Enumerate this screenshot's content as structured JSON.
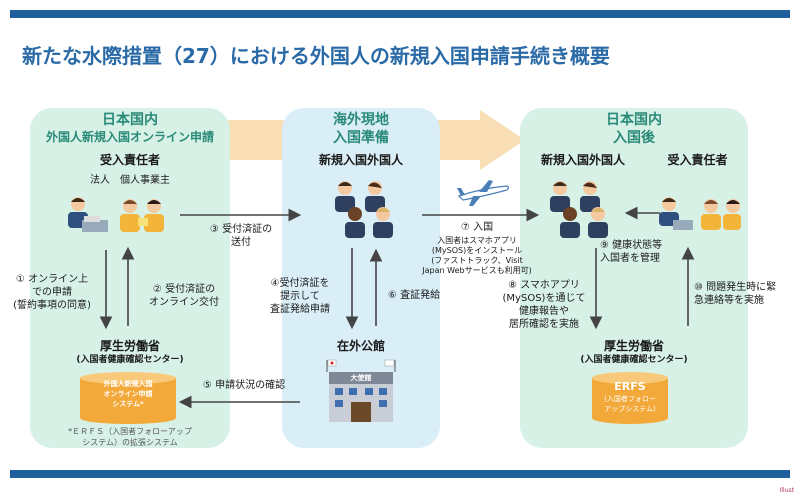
{
  "title": "新たな水際措置（27）における外国人の新規入国申請手続き概要",
  "left": {
    "heading": "日本国内",
    "subheading": "外国人新規入国オンライン申請",
    "role": "受入責任者",
    "role_sub": "法人　個人事業主",
    "ministry": "厚生労働省",
    "ministry_sub": "(入国者健康確認センター)",
    "system_label_1": "外国人新規入国",
    "system_label_2": "オンライン申請",
    "system_label_3": "システム*",
    "footnote_1": "*ＥＲＦＳ（入国者フォローアップ",
    "footnote_2": "システム）の拡張システム"
  },
  "middle": {
    "heading_1": "海外現地",
    "heading_2": "入国準備",
    "role": "新規入国外国人",
    "consulate": "在外公館",
    "building_sign": "大使館"
  },
  "right": {
    "heading_1": "日本国内",
    "heading_2": "入国後",
    "role_a": "新規入国外国人",
    "role_b": "受入責任者",
    "ministry": "厚生労働省",
    "ministry_sub": "(入国者健康確認センター)",
    "erfs_1": "ERFS",
    "erfs_2": "(入国者フォロー",
    "erfs_3": "アップシステム)"
  },
  "steps": {
    "s1_a": "① オンライン上",
    "s1_b": "での申請",
    "s1_c": "(誓約事項の同意)",
    "s2_a": "② 受付済証の",
    "s2_b": "オンライン交付",
    "s3_a": "③ 受付済証の",
    "s3_b": "送付",
    "s4_a": "④受付済証を",
    "s4_b": "提示して",
    "s4_c": "査証発給申請",
    "s5": "⑤ 申請状況の確認",
    "s6": "⑥ 査証発給",
    "s7_a": "⑦ 入国",
    "s7_b": "入国者はスマホアプリ",
    "s7_c": "(MySOS)をインストール",
    "s7_d": "(ファストトラック、Visit",
    "s7_e": "Japan Webサービスも利用可)",
    "s8_a": "⑧ スマホアプリ",
    "s8_b": "(MySOS)を通じて",
    "s8_c": "健康報告や",
    "s8_d": "居所確認を実施",
    "s9_a": "⑨ 健康状態等",
    "s9_b": "入国者を管理",
    "s10_a": "⑩ 問題発生時に緊",
    "s10_b": "急連絡等を実施"
  },
  "corner_mark": "Illust",
  "colors": {
    "bar": "#1f5f9c",
    "title": "#2a6aa6",
    "panel_green": "#d8f1e7",
    "panel_blue": "#d9eef7",
    "heading_green": "#2a8a78",
    "band_orange": "#f8ddb5",
    "arrow_gray": "#444444",
    "cylinder_orange": "#f3a93a"
  }
}
